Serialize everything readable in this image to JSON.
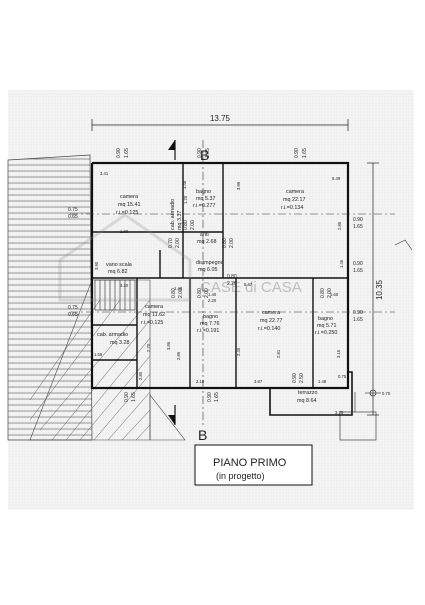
{
  "dimensions": {
    "overall_width": "13.75",
    "overall_depth": "10.35"
  },
  "section_marks": {
    "top": "B",
    "bottom": "B"
  },
  "rooms": [
    {
      "id": "camera-left",
      "name": "camera",
      "area": "mq 15.41",
      "ratio": "r.i.=0.125"
    },
    {
      "id": "bagno-top",
      "name": "bagno",
      "area": "mq 5.37",
      "ratio": "r.i.=0.277"
    },
    {
      "id": "armadio-top",
      "name": "cab. armadio",
      "area": "mq 3.37"
    },
    {
      "id": "anti",
      "name": "anti",
      "area": "mq 2.68"
    },
    {
      "id": "camera-right",
      "name": "camera",
      "area": "mq 22.17",
      "ratio": "r.i.=0.134"
    },
    {
      "id": "vano-scala",
      "name": "vano scala",
      "area": "mq 6.82"
    },
    {
      "id": "disimpegno",
      "name": "disimpegno",
      "area": "mq 6.05"
    },
    {
      "id": "camera-mid",
      "name": "camera",
      "area": "mq 11.62",
      "ratio": "r.i.=0.125"
    },
    {
      "id": "cab-armadio",
      "name": "cab. armadio",
      "area": "mq 3.28"
    },
    {
      "id": "bagno-mid",
      "name": "bagno",
      "area": "mq 7.76",
      "ratio": "r.i.=0.191"
    },
    {
      "id": "camera-big",
      "name": "camera",
      "area": "mq 22.77",
      "ratio": "r.i.=0.140"
    },
    {
      "id": "bagno-right",
      "name": "bagno",
      "area": "mq 5.71",
      "ratio": "r.i.=0.250"
    },
    {
      "id": "terrazzo",
      "name": "terrazzo",
      "area": "mq 8.64"
    }
  ],
  "openings": {
    "top1": [
      "0.90",
      "1.65"
    ],
    "top2": [
      "0.90",
      "1.65"
    ],
    "top3": [
      "0.90",
      "1.65"
    ],
    "left1": [
      "0.75",
      "0.65"
    ],
    "left2": [
      "0.75",
      "0.65"
    ],
    "right1": [
      "0.90",
      "1.65"
    ],
    "right2": [
      "0.90",
      "1.65"
    ],
    "right3": [
      "0.90",
      "1.65"
    ],
    "bottom1": [
      "0.90",
      "1.65"
    ],
    "bottom2": [
      "0.90",
      "1.65"
    ],
    "bottom3": [
      "0.90",
      "2.50"
    ],
    "inner1": [
      "0.80",
      "2.00"
    ],
    "inner2": [
      "0.80",
      "2.00"
    ],
    "inner3": [
      "0.80",
      "2.20"
    ],
    "inner4": [
      "0.80",
      "2.00"
    ],
    "inner5": [
      "0.80",
      "2.00"
    ],
    "inner6": [
      "0.80",
      "2.00"
    ],
    "inner7": [
      "0.70",
      "2.00"
    ]
  },
  "wall_dims": {
    "d341": "3.41",
    "d390": "3.90",
    "d549": "5.49",
    "d547": "5.47",
    "d120": "1.20",
    "d348": "3.48",
    "d320": "3.20",
    "d156": "1.56",
    "d387": "3.87",
    "d386": "3.86",
    "d218": "2.18",
    "d148": "1.48",
    "d140": "1.40",
    "d220": "2.20",
    "d375": "3.75",
    "d270": "2.70",
    "d146": "1.46",
    "d281": "2.81",
    "d316": "3.16",
    "d286": "2.86",
    "d399": "3.99",
    "d286b": "2.86",
    "d245": "2.45",
    "d075": "0.75",
    "d280": "2.80",
    "d140b": "1.40",
    "d160": "1.60",
    "d100": "1.00",
    "d070": "0.70"
  },
  "watermark": "CASE di CASA",
  "title": "PIANO PRIMO",
  "subtitle": "(in progetto)"
}
